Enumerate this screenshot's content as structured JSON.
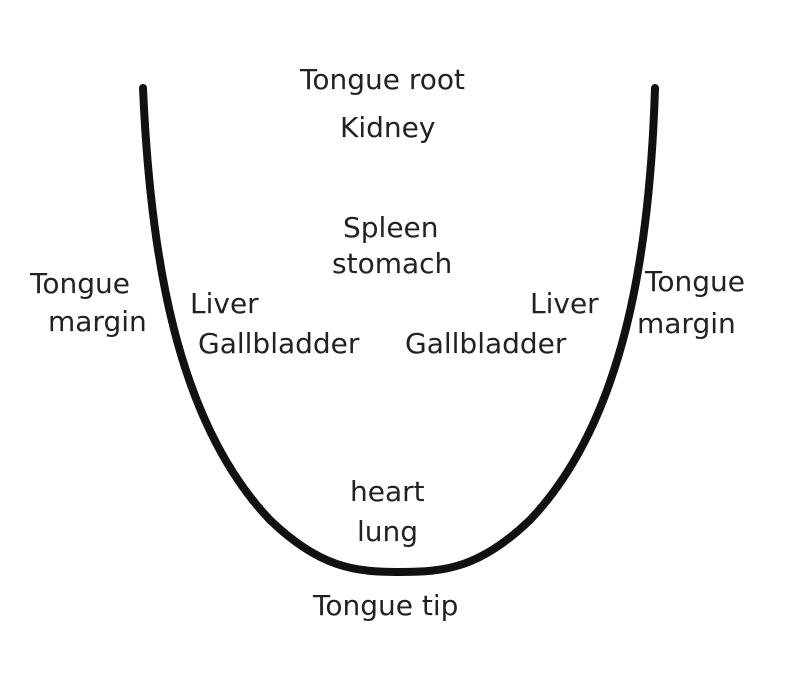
{
  "labels": {
    "tongue_root": "Tongue root",
    "kidney": "Kidney",
    "spleen": "Spleen",
    "stomach": "stomach",
    "left_margin_1": "Tongue",
    "left_margin_2": "margin",
    "right_margin_1": "Tongue",
    "right_margin_2": "margin",
    "left_liver": "Liver",
    "left_gallbladder": "Gallbladder",
    "right_liver": "Liver",
    "right_gallbladder": "Gallbladder",
    "heart": "heart",
    "lung": "lung",
    "tongue_tip": "Tongue tip"
  }
}
